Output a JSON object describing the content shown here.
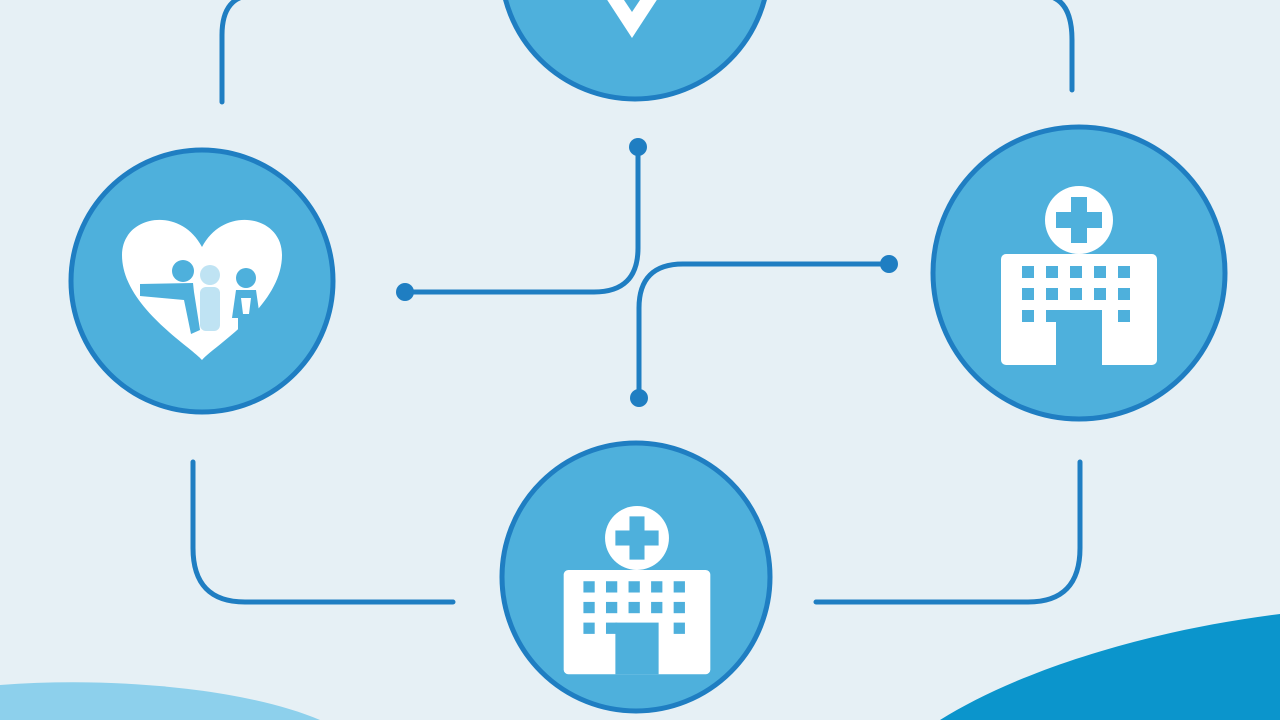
{
  "colors": {
    "background": "#E6F0F5",
    "connector": "#1F7EC2",
    "circle_fill": "#4EB0DC",
    "circle_border": "#1F7EC2",
    "icon_white": "#FFFFFF",
    "icon_light": "#BFE3F3",
    "wave_dark": "#0B95CC",
    "wave_light": "#8DD0EC"
  },
  "nodes": [
    {
      "id": "top",
      "icon": "heart-hand-icon"
    },
    {
      "id": "left",
      "icon": "heart-family-icon"
    },
    {
      "id": "right",
      "icon": "hospital-building-icon"
    },
    {
      "id": "bottom",
      "icon": "hospital-building-icon"
    }
  ]
}
